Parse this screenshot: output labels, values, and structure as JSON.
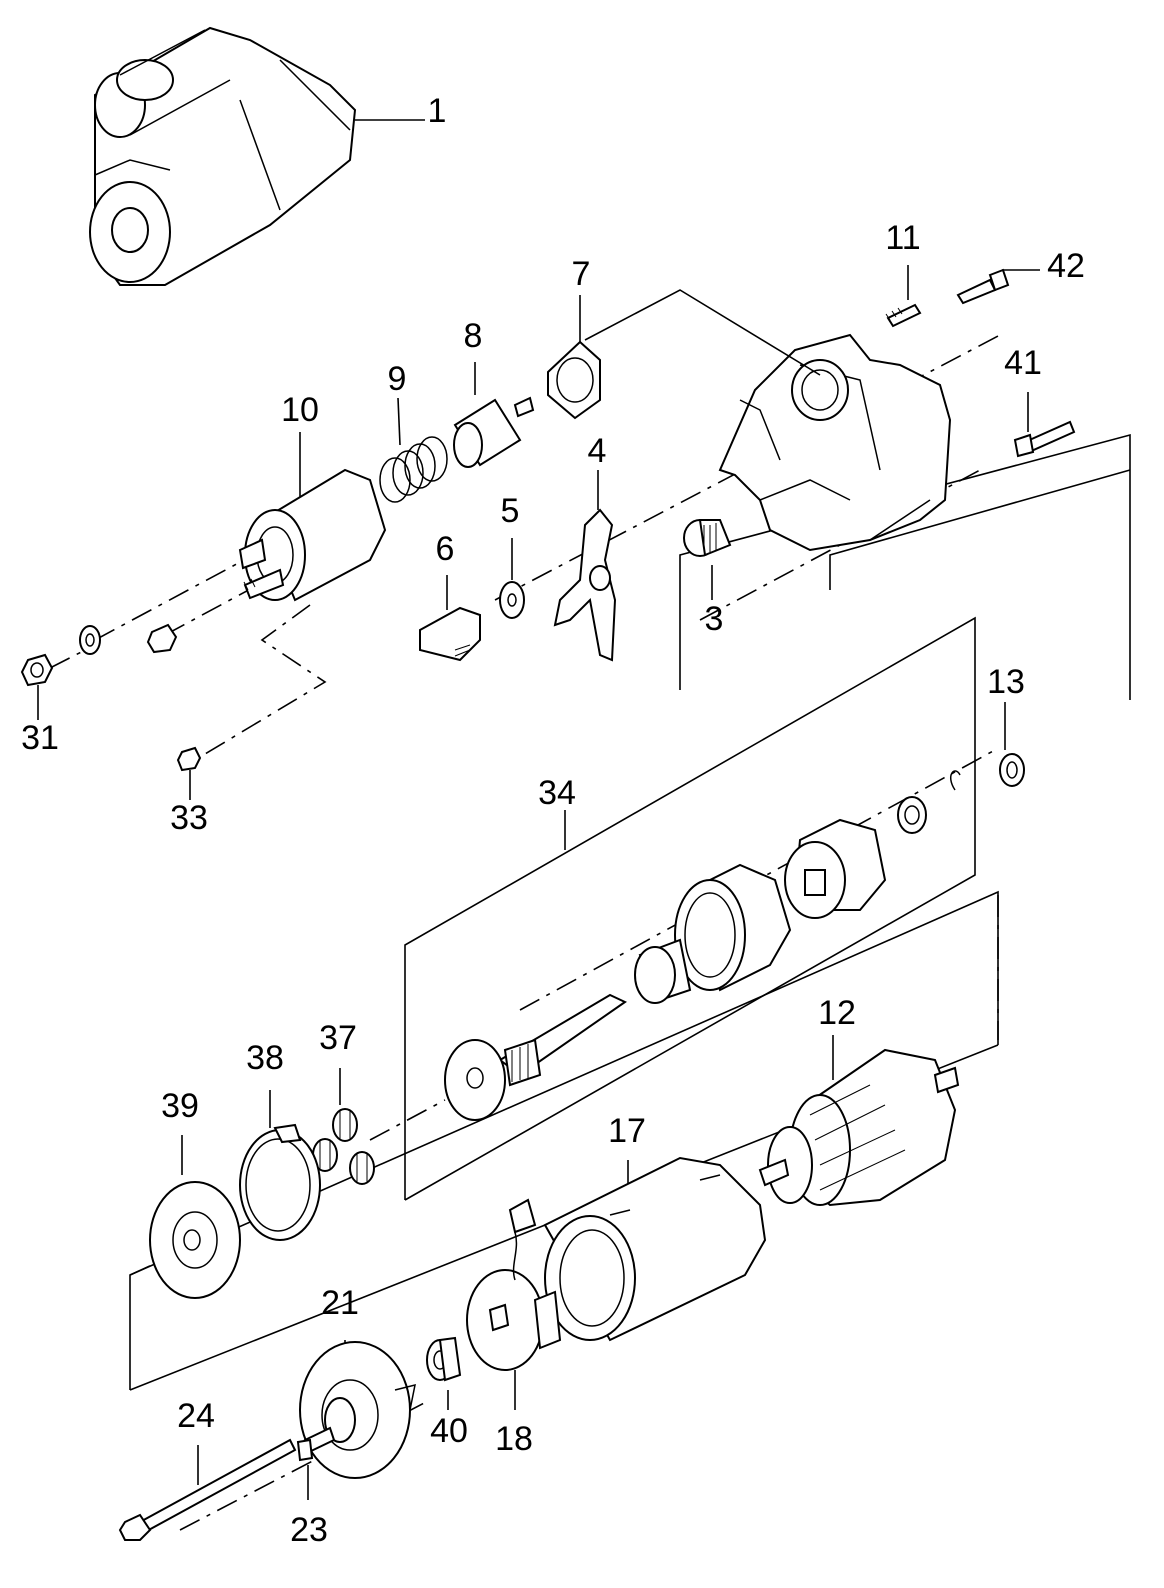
{
  "diagram": {
    "callouts": [
      "1",
      "11",
      "42",
      "7",
      "8",
      "41",
      "9",
      "10",
      "4",
      "5",
      "6",
      "3",
      "31",
      "13",
      "33",
      "34",
      "12",
      "37",
      "38",
      "39",
      "17",
      "21",
      "40",
      "18",
      "24",
      "23"
    ]
  }
}
